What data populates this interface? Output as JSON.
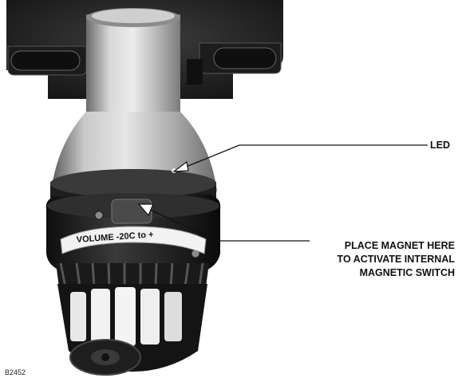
{
  "figure_number": "B2452",
  "callouts": {
    "led": "LED",
    "magnet_line1": "PLACE MAGNET HERE",
    "magnet_line2": "TO ACTIVATE INTERNAL",
    "magnet_line3": "MAGNETIC SWITCH"
  },
  "device": {
    "sensor_label": "VOLUME -20C to +"
  }
}
